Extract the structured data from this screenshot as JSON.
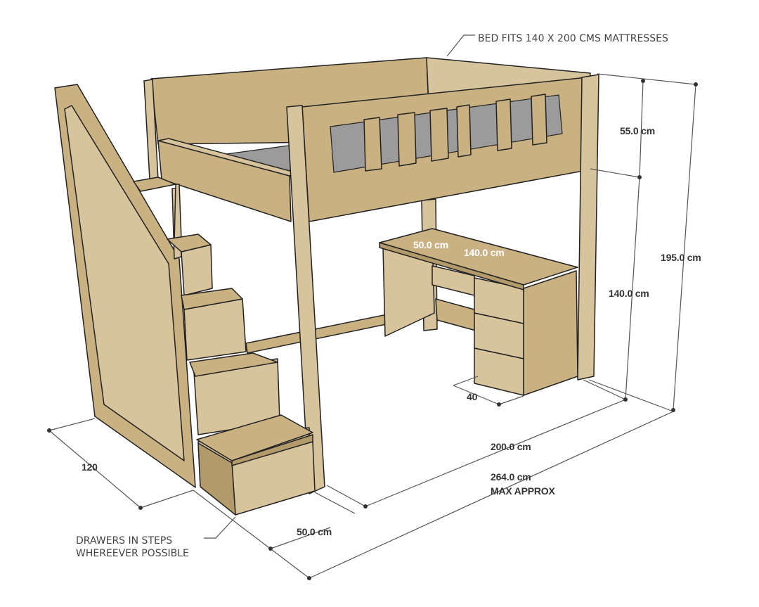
{
  "labels": {
    "mattress_note": "BED FITS 140 X 200 CMS MATTRESSES",
    "guard_height": "55.0 cm",
    "total_height": "195.0 cm",
    "under_height": "140.0 cm",
    "desk_depth": "50.0 cm",
    "desk_width": "140.0 cm",
    "drawer_depth": "40",
    "bed_length": "200.0 cm",
    "total_length": "264.0 cm",
    "total_length_note": "MAX APPROX",
    "width": "120",
    "step_depth": "50.0 cm",
    "drawers_note_line1": "DRAWERS IN STEPS",
    "drawers_note_line2": "WHEREEVER POSSIBLE"
  },
  "colors": {
    "wood": "#c9b182",
    "mattress": "#9b9b9b"
  }
}
